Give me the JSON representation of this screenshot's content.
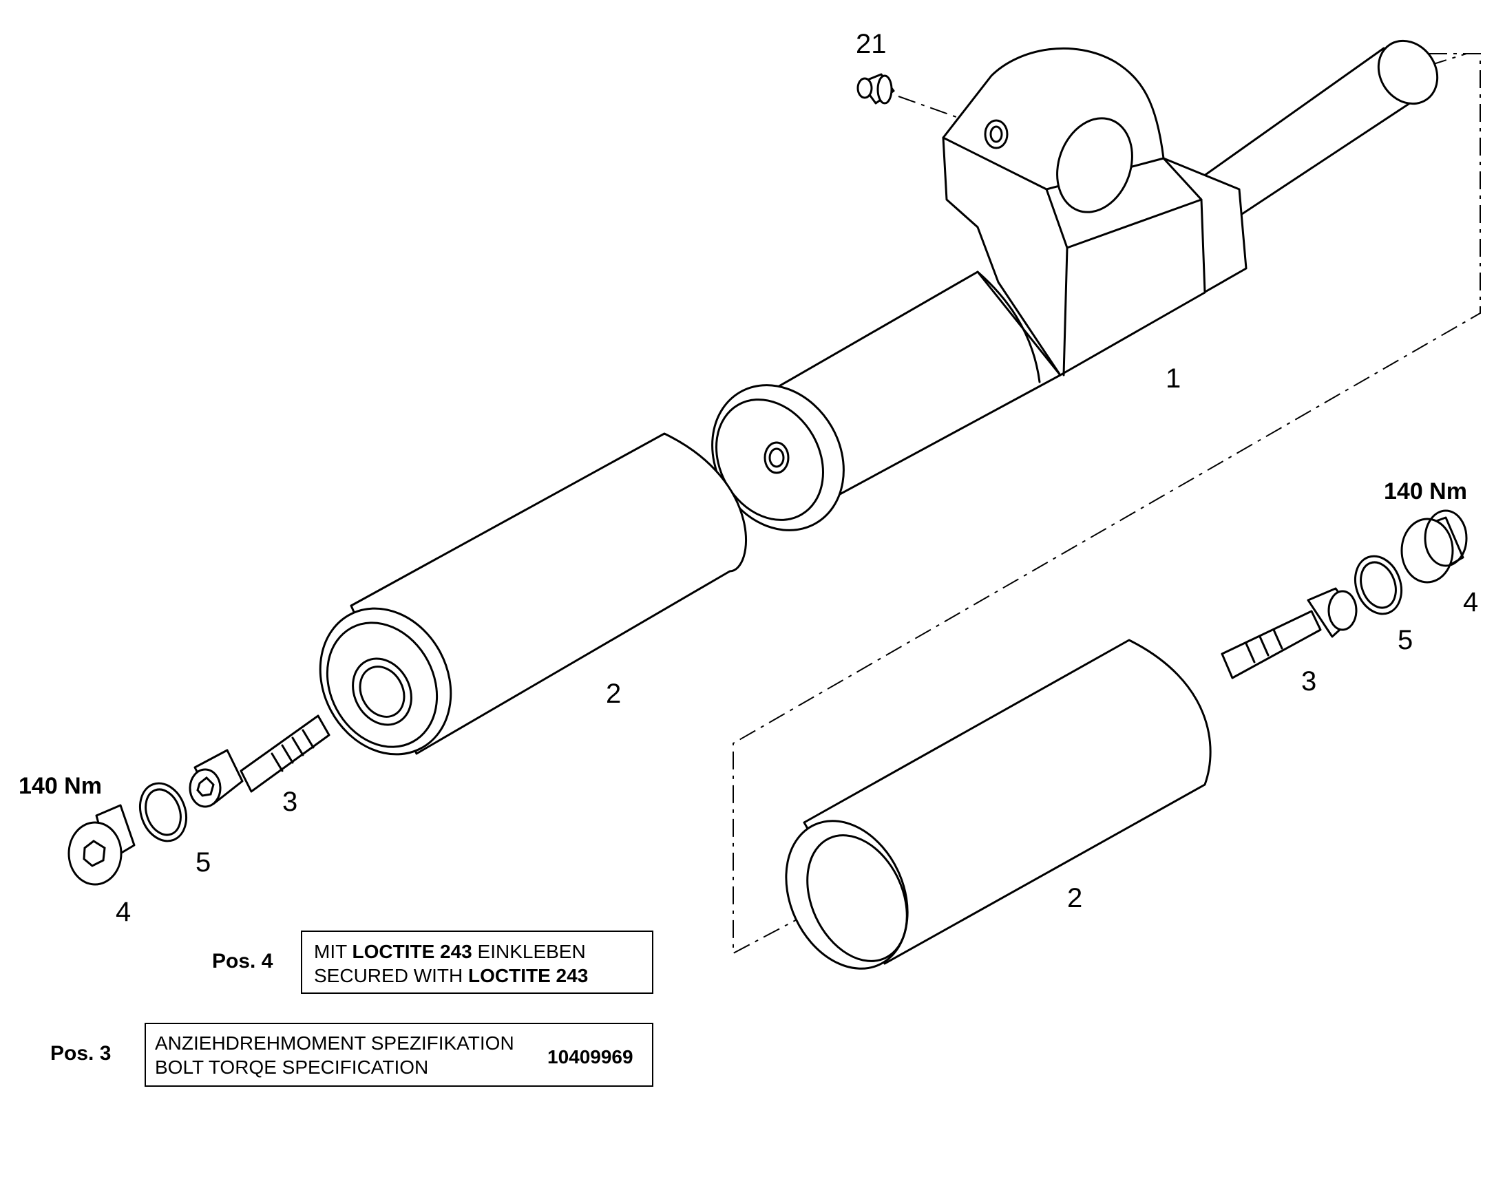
{
  "callouts": {
    "c21": "21",
    "c1": "1",
    "c2_left": "2",
    "c2_right": "2",
    "c3_left": "3",
    "c3_right": "3",
    "c4_left": "4",
    "c4_right": "4",
    "c5_left": "5",
    "c5_right": "5"
  },
  "torque": {
    "left": "140 Nm",
    "right": "140 Nm"
  },
  "notes": {
    "pos4_label": "Pos. 4",
    "pos4_line1_a": "MIT ",
    "pos4_line1_b": "LOCTITE 243",
    "pos4_line1_c": " EINKLEBEN",
    "pos4_line2_a": "SECURED WITH ",
    "pos4_line2_b": "LOCTITE 243",
    "pos3_label": "Pos. 3",
    "pos3_line1": "ANZIEHDREHMOMENT SPEZIFIKATION",
    "pos3_line2": "BOLT TORQE SPECIFICATION",
    "pos3_docno": "10409969"
  }
}
